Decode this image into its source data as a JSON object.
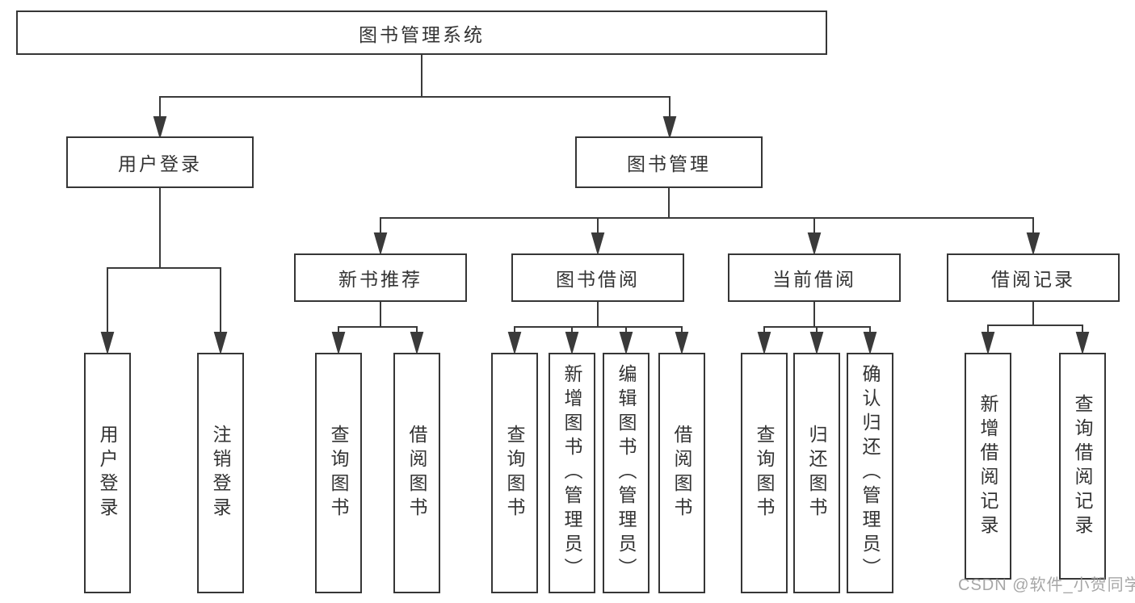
{
  "tree": {
    "label": "图书管理系统",
    "children": [
      {
        "label": "用户登录",
        "children": [
          {
            "label": "用户登录"
          },
          {
            "label": "注销登录"
          }
        ]
      },
      {
        "label": "图书管理",
        "children": [
          {
            "label": "新书推荐",
            "children": [
              {
                "label": "查询图书"
              },
              {
                "label": "借阅图书"
              }
            ]
          },
          {
            "label": "图书借阅",
            "children": [
              {
                "label": "查询图书"
              },
              {
                "label": "新增图书（管理员）"
              },
              {
                "label": "编辑图书（管理员）"
              },
              {
                "label": "借阅图书"
              }
            ]
          },
          {
            "label": "当前借阅",
            "children": [
              {
                "label": "查询图书"
              },
              {
                "label": "归还图书"
              },
              {
                "label": "确认归还（管理员）"
              }
            ]
          },
          {
            "label": "借阅记录",
            "children": [
              {
                "label": "新增借阅记录"
              },
              {
                "label": "查询借阅记录"
              }
            ]
          }
        ]
      }
    ]
  },
  "watermark": "CSDN @软件_小贺同学",
  "colors": {
    "line": "#3a3a3a",
    "box_border": "#363636",
    "text": "#333333",
    "background": "#ffffff",
    "watermark": "#a6a6a6"
  }
}
